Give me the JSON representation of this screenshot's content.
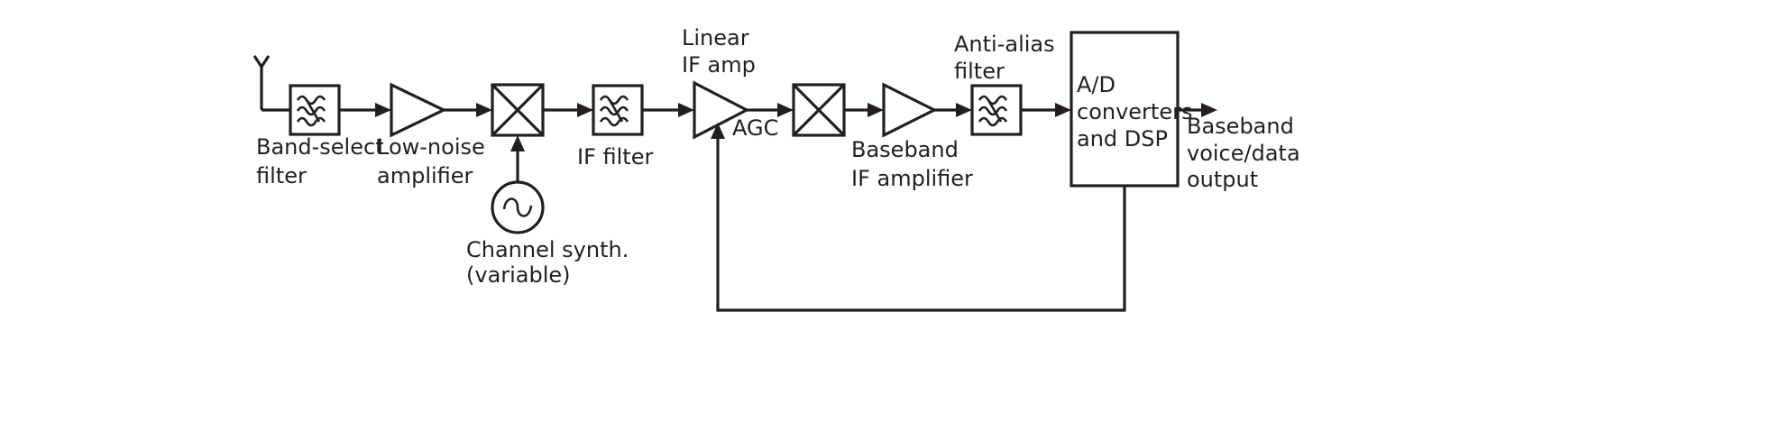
{
  "labels": {
    "band_select_1": "Band-select",
    "band_select_2": "filter",
    "lna_1": "Low-noise",
    "lna_2": "amplifier",
    "if_filter": "IF filter",
    "synth_1": "Channel synth.",
    "synth_2": "(variable)",
    "linear_1": "Linear",
    "linear_2": "IF amp",
    "agc": "AGC",
    "bb_amp_1": "Baseband",
    "bb_amp_2": "IF amplifier",
    "anti_alias_1": "Anti-alias",
    "anti_alias_2": "filter",
    "adc_1": "A/D",
    "adc_2": "converters",
    "adc_3": "and DSP",
    "output_1": "Baseband",
    "output_2": "voice/data",
    "output_3": "output"
  },
  "colors": {
    "ink": "#231f20",
    "background": "#ffffff"
  },
  "icons": [
    "antenna-icon",
    "bandpass-filter-icon",
    "amplifier-triangle-icon",
    "mixer-icon",
    "oscillator-icon"
  ]
}
